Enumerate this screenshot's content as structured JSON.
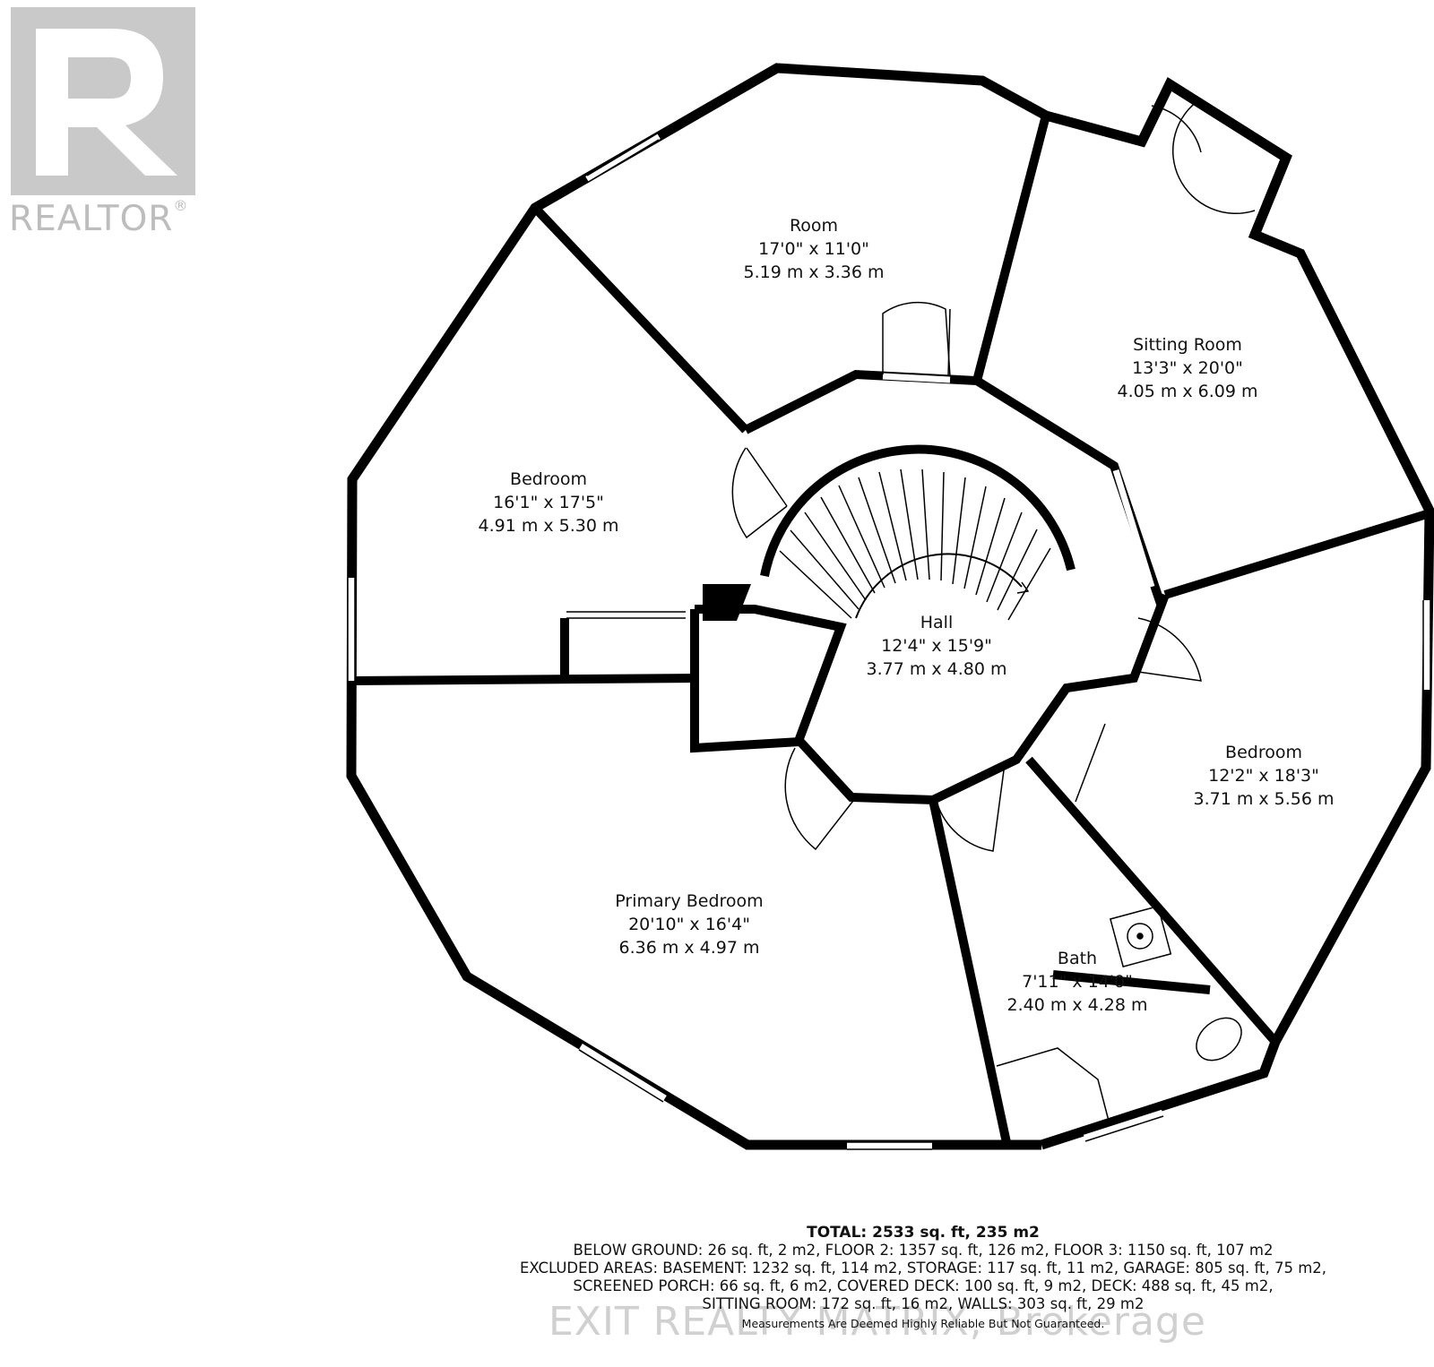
{
  "logo": {
    "text": "REALTOR",
    "mark": "®"
  },
  "rooms": [
    {
      "name": "Room",
      "imperial": "17'0\" x 11'0\"",
      "metric": "5.19 m x 3.36 m"
    },
    {
      "name": "Sitting Room",
      "imperial": "13'3\" x 20'0\"",
      "metric": "4.05 m x 6.09 m"
    },
    {
      "name": "Bedroom",
      "imperial": "16'1\" x 17'5\"",
      "metric": "4.91 m x 5.30 m"
    },
    {
      "name": "Hall",
      "imperial": "12'4\" x 15'9\"",
      "metric": "3.77 m x 4.80 m"
    },
    {
      "name": "Bedroom",
      "imperial": "12'2\" x 18'3\"",
      "metric": "3.71 m x 5.56 m"
    },
    {
      "name": "Primary Bedroom",
      "imperial": "20'10\" x 16'4\"",
      "metric": "6.36 m x 4.97 m"
    },
    {
      "name": "Bath",
      "imperial": "7'11\" x 14'0\"",
      "metric": "2.40 m x 4.28 m"
    }
  ],
  "summary": {
    "total": "TOTAL: 2533 sq. ft, 235 m2",
    "line1": "BELOW GROUND: 26 sq. ft, 2 m2, FLOOR 2: 1357 sq. ft, 126 m2, FLOOR 3: 1150 sq. ft, 107 m2",
    "line2": "EXCLUDED AREAS: BASEMENT: 1232 sq. ft, 114 m2, STORAGE: 117 sq. ft, 11 m2, GARAGE: 805 sq. ft, 75 m2,",
    "line3": "SCREENED PORCH: 66 sq. ft, 6 m2, COVERED DECK: 100 sq. ft, 9 m2, DECK: 488 sq. ft, 45 m2,",
    "line4": "SITTING ROOM: 172 sq. ft, 16 m2, WALLS: 303 sq. ft, 29 m2",
    "note": "Measurements Are Deemed Highly Reliable But Not Guaranteed."
  },
  "watermark": "EXIT REALTY MATRIX, Brokerage"
}
